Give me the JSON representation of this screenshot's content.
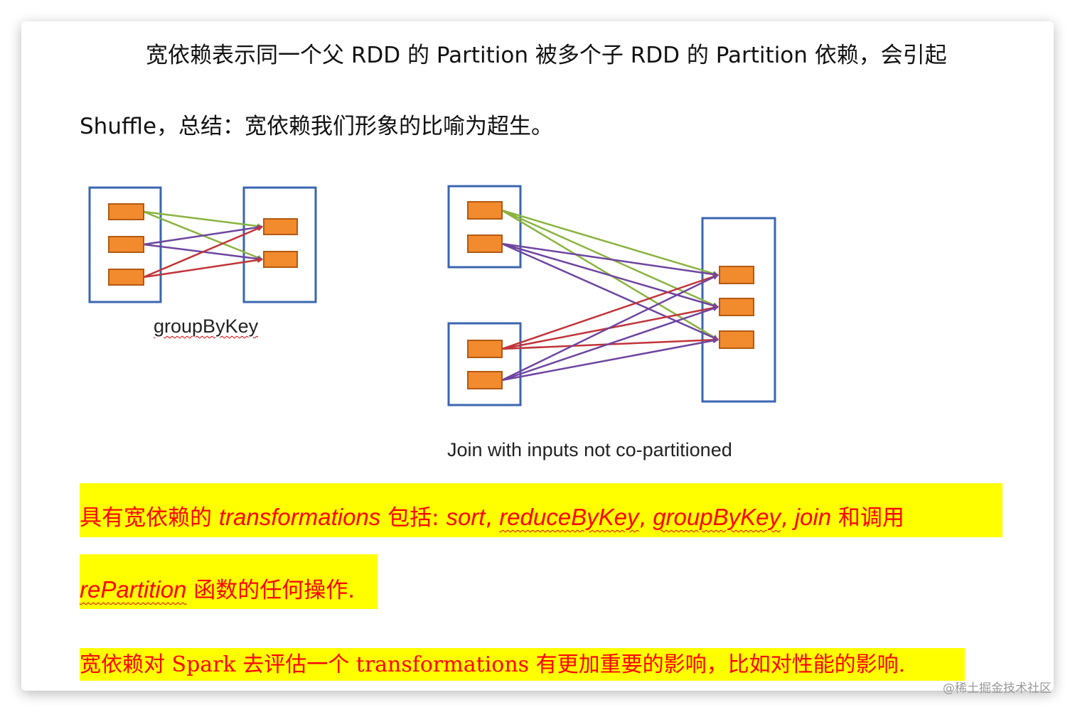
{
  "paragraph": {
    "line1": "宽依赖表示同一个父 RDD 的 Partition 被多个子 RDD 的 Partition 依赖，会引起",
    "line2": "Shuffle，总结：宽依赖我们形象的比喻为超生。"
  },
  "diagrams": {
    "left_caption": "groupByKey",
    "right_caption": "Join with inputs not co-partitioned",
    "colors": {
      "box_border": "#3a66b0",
      "partition_fill": "#f28a2e",
      "partition_border": "#b35a12",
      "green": "#8ab33f",
      "purple": "#6e45a0",
      "red": "#c0343a"
    }
  },
  "highlight1": {
    "prefix": "具有宽依赖的 ",
    "term": "transformations",
    "mid": " 包括: ",
    "sort": "sort",
    "reduceByKey": "reduceByKey",
    "groupByKey": "groupByKey",
    "join": "join",
    "sep": ", ",
    "suffix": " 和调用"
  },
  "highlight2": {
    "term": "rePartition",
    "suffix": " 函数的任何操作."
  },
  "highlight3": {
    "text": "宽依赖对 Spark 去评估一个 transformations 有更加重要的影响，比如对性能的影响."
  },
  "watermark": "@稀土掘金技术社区",
  "colors": {
    "highlight": "#ffff00",
    "highlight_text": "#ff0000"
  }
}
